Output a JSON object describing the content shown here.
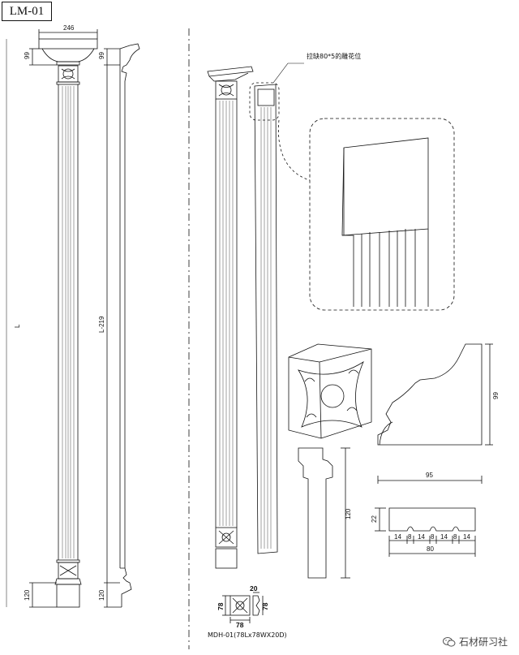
{
  "title": "LM-01",
  "dims": {
    "top_width": "246",
    "cap_height": "99",
    "cap_height_side": "99",
    "overall": "L",
    "shaft_side": "L-219",
    "base_height": "120",
    "base_height_side": "120",
    "base_profile_height": "120",
    "profile_height": "99",
    "profile_width": "95",
    "flute_height": "22",
    "flute_total": "80",
    "flute_segments": [
      "14",
      "8",
      "14",
      "8",
      "14",
      "8",
      "14"
    ],
    "rosette_size": "78",
    "rosette_size_side": "78",
    "rosette_thickness": "20",
    "rosette_width_bottom": "78"
  },
  "notes": {
    "notch": "拉缺80*5的雕花位",
    "rosette_model": "MDH-01(78Lx78WX20D)"
  },
  "watermark": {
    "text": "石材研习社",
    "icon": "wechat-icon"
  }
}
